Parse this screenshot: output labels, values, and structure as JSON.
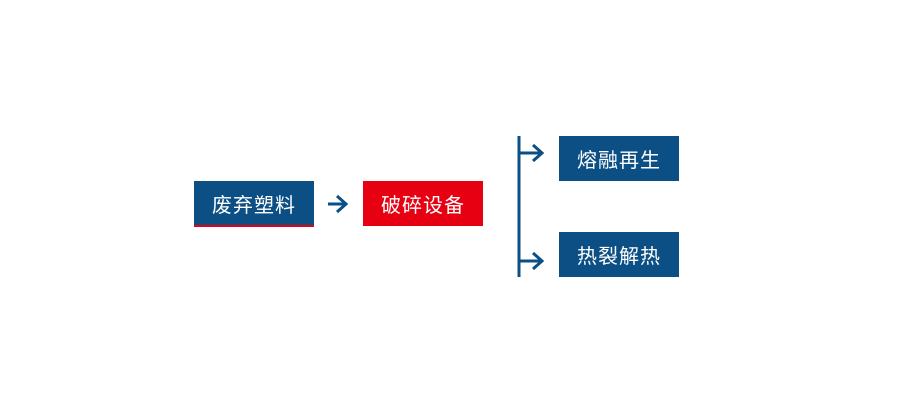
{
  "colors": {
    "primary": "#0b4f84",
    "accent": "#e60012",
    "background": "#ffffff"
  },
  "nodes": {
    "waste_plastic": "废弃塑料",
    "crushing_equipment": "破碎设备",
    "melt_regeneration": "熔融再生",
    "pyrolysis": "热裂解热"
  }
}
